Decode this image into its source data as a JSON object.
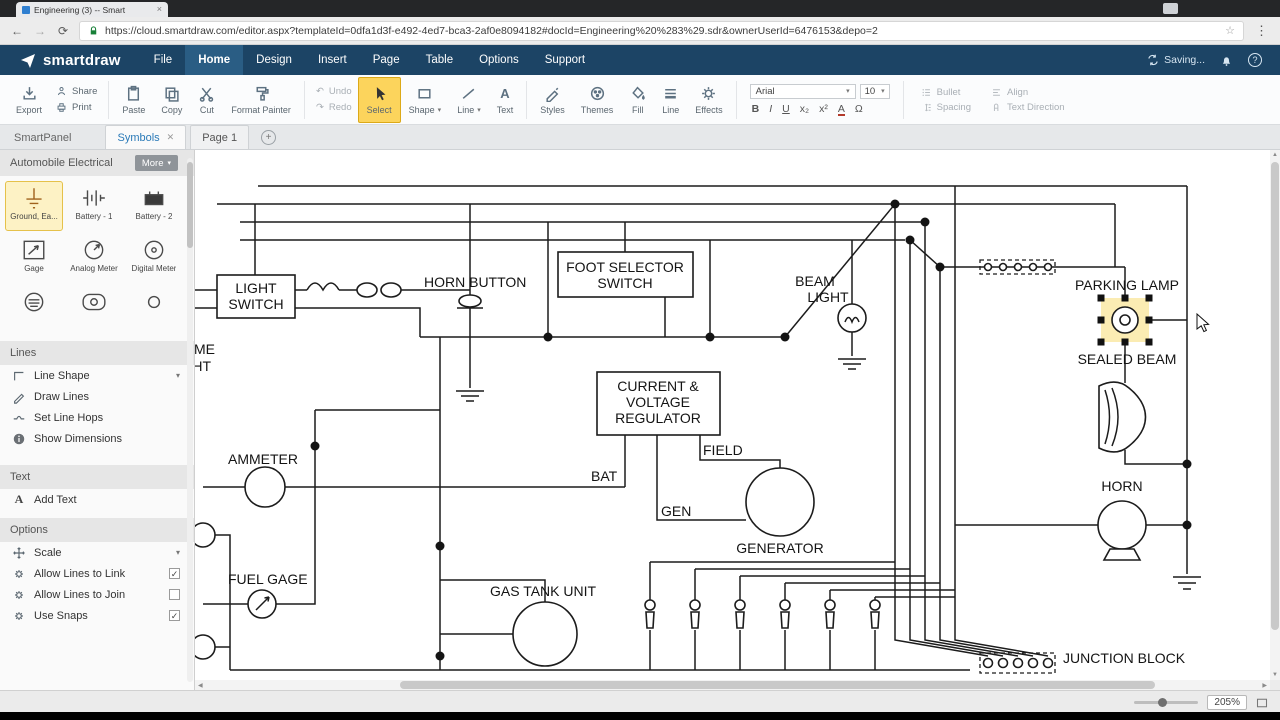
{
  "browser": {
    "tab_title": "Engineering (3) -- Smart",
    "url": "https://cloud.smartdraw.com/editor.aspx?templateId=0dfa1d3f-e492-4ed7-bca3-2af0e8094182#docId=Engineering%20%283%29.sdr&ownerUserId=6476153&depo=2"
  },
  "app_nav": {
    "logo": "smartdraw",
    "menus": [
      "File",
      "Home",
      "Design",
      "Insert",
      "Page",
      "Table",
      "Options",
      "Support"
    ],
    "saving": "Saving..."
  },
  "toolbar": {
    "export": "Export",
    "share": "Share",
    "print": "Print",
    "paste": "Paste",
    "copy": "Copy",
    "cut": "Cut",
    "format_painter": "Format Painter",
    "undo": "Undo",
    "redo": "Redo",
    "select": "Select",
    "shape": "Shape",
    "line": "Line",
    "text": "Text",
    "styles": "Styles",
    "themes": "Themes",
    "fill": "Fill",
    "line_style": "Line",
    "effects": "Effects",
    "font_family": "Arial",
    "font_size": "10",
    "bold": "B",
    "italic": "I",
    "underline": "U",
    "subscript": "x₂",
    "superscript": "x²",
    "font_color": "A",
    "symbol": "Ω",
    "bullet": "Bullet",
    "align": "Align",
    "spacing": "Spacing",
    "text_direction": "Text Direction"
  },
  "panel_tabs": {
    "smartpanel": "SmartPanel",
    "symbols": "Symbols",
    "page1": "Page 1"
  },
  "sidebar": {
    "symbols_section": "Automobile Electrical",
    "more_button": "More",
    "symbols": [
      {
        "label": "Ground, Ea..."
      },
      {
        "label": "Battery - 1"
      },
      {
        "label": "Battery - 2"
      },
      {
        "label": "Gage"
      },
      {
        "label": "Analog Meter"
      },
      {
        "label": "Digital Meter"
      },
      {
        "label": ""
      },
      {
        "label": ""
      },
      {
        "label": ""
      }
    ],
    "lines_section": "Lines",
    "lines_items": [
      "Line Shape",
      "Draw Lines",
      "Set Line Hops",
      "Show Dimensions"
    ],
    "text_section": "Text",
    "text_items": [
      "Add Text"
    ],
    "options_section": "Options",
    "options_items": [
      {
        "label": "Scale",
        "check": ""
      },
      {
        "label": "Allow Lines to Link",
        "check": "✓",
        "checked": true
      },
      {
        "label": "Allow Lines to Join",
        "check": "",
        "checked": false
      },
      {
        "label": "Use Snaps",
        "check": "✓",
        "checked": true
      }
    ]
  },
  "canvas": {
    "labels": {
      "light_switch_1": "LIGHT",
      "light_switch_2": "SWITCH",
      "horn_button": "HORN BUTTON",
      "foot_selector_1": "FOOT SELECTOR",
      "foot_selector_2": "SWITCH",
      "beam_light_1": "BEAM",
      "beam_light_2": "LIGHT",
      "parking_lamp": "PARKING LAMP",
      "sealed_beam": "SEALED BEAM",
      "regulator_1": "CURRENT &",
      "regulator_2": "VOLTAGE",
      "regulator_3": "REGULATOR",
      "field": "FIELD",
      "bat": "BAT",
      "gen": "GEN",
      "generator": "GENERATOR",
      "ammeter": "AMMETER",
      "horn": "HORN",
      "fuel_gage": "FUEL GAGE",
      "gas_tank": "GAS TANK UNIT",
      "junction_block": "JUNCTION BLOCK",
      "partial_1": "ME",
      "partial_2": "HT"
    }
  },
  "statusbar": {
    "zoom": "205%"
  },
  "colors": {
    "nav_blue": "#1c4465",
    "select_yellow": "#fcd45c",
    "link_blue": "#2a7ab8",
    "selection_halo": "#fbecb3"
  }
}
